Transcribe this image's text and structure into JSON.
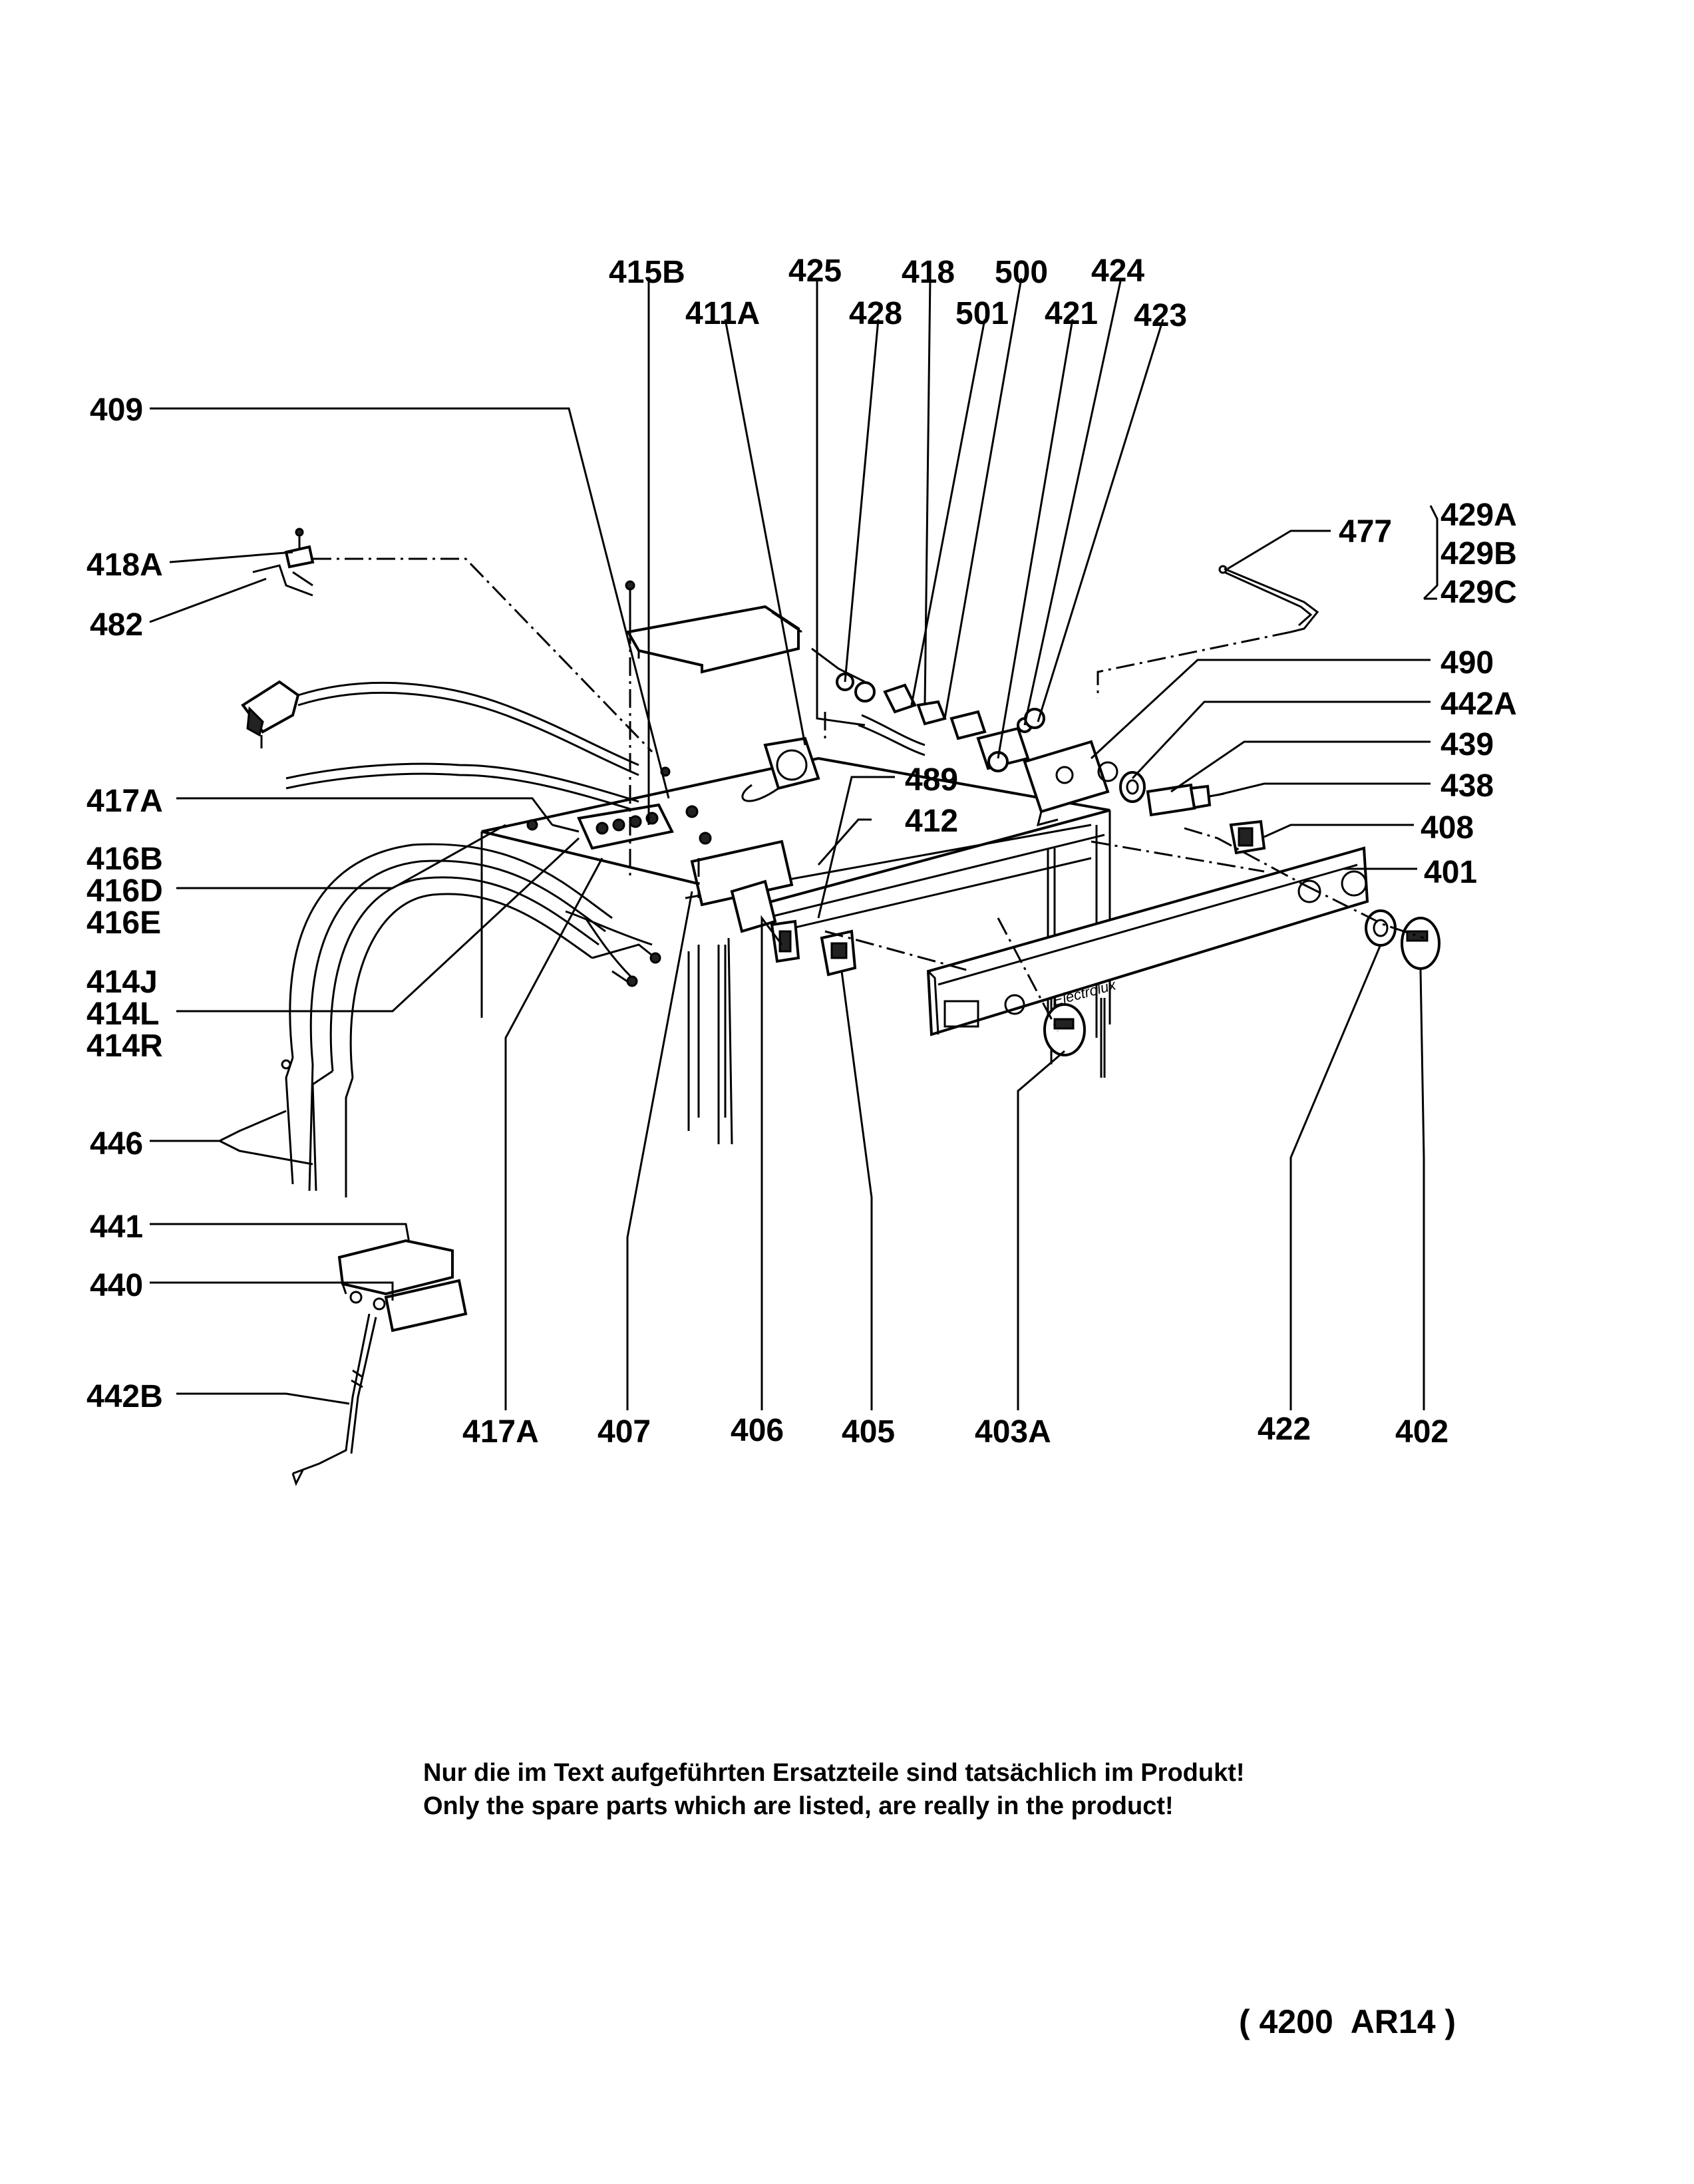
{
  "labels": [
    {
      "id": "415B",
      "text": "415B"
    },
    {
      "id": "425",
      "text": "425"
    },
    {
      "id": "418",
      "text": "418"
    },
    {
      "id": "500",
      "text": "500"
    },
    {
      "id": "424",
      "text": "424"
    },
    {
      "id": "411A",
      "text": "411A"
    },
    {
      "id": "428",
      "text": "428"
    },
    {
      "id": "501",
      "text": "501"
    },
    {
      "id": "421",
      "text": "421"
    },
    {
      "id": "423",
      "text": "423"
    },
    {
      "id": "409",
      "text": "409"
    },
    {
      "id": "477",
      "text": "477"
    },
    {
      "id": "429A",
      "text": "429A"
    },
    {
      "id": "429B",
      "text": "429B"
    },
    {
      "id": "429C",
      "text": "429C"
    },
    {
      "id": "418A",
      "text": "418A"
    },
    {
      "id": "482",
      "text": "482"
    },
    {
      "id": "490",
      "text": "490"
    },
    {
      "id": "442A",
      "text": "442A"
    },
    {
      "id": "439",
      "text": "439"
    },
    {
      "id": "438",
      "text": "438"
    },
    {
      "id": "489",
      "text": "489"
    },
    {
      "id": "417A-left",
      "text": "417A"
    },
    {
      "id": "412",
      "text": "412"
    },
    {
      "id": "408",
      "text": "408"
    },
    {
      "id": "416B",
      "text": "416B"
    },
    {
      "id": "401",
      "text": "401"
    },
    {
      "id": "416D",
      "text": "416D"
    },
    {
      "id": "416E",
      "text": "416E"
    },
    {
      "id": "414J",
      "text": "414J"
    },
    {
      "id": "414L",
      "text": "414L"
    },
    {
      "id": "414R",
      "text": "414R"
    },
    {
      "id": "446",
      "text": "446"
    },
    {
      "id": "441",
      "text": "441"
    },
    {
      "id": "440",
      "text": "440"
    },
    {
      "id": "442B",
      "text": "442B"
    },
    {
      "id": "417A-bottom",
      "text": "417A"
    },
    {
      "id": "407",
      "text": "407"
    },
    {
      "id": "406",
      "text": "406"
    },
    {
      "id": "405",
      "text": "405"
    },
    {
      "id": "403A",
      "text": "403A"
    },
    {
      "id": "422",
      "text": "422"
    },
    {
      "id": "402",
      "text": "402"
    }
  ],
  "brand_text": "Electrolux",
  "note": {
    "line1": "Nur die im Text aufgeführten Ersatzteile sind tatsächlich im Produkt!",
    "line2": "Only the spare parts which are listed, are really in the product!"
  },
  "drawing_code": "( 4200  AR14 )"
}
